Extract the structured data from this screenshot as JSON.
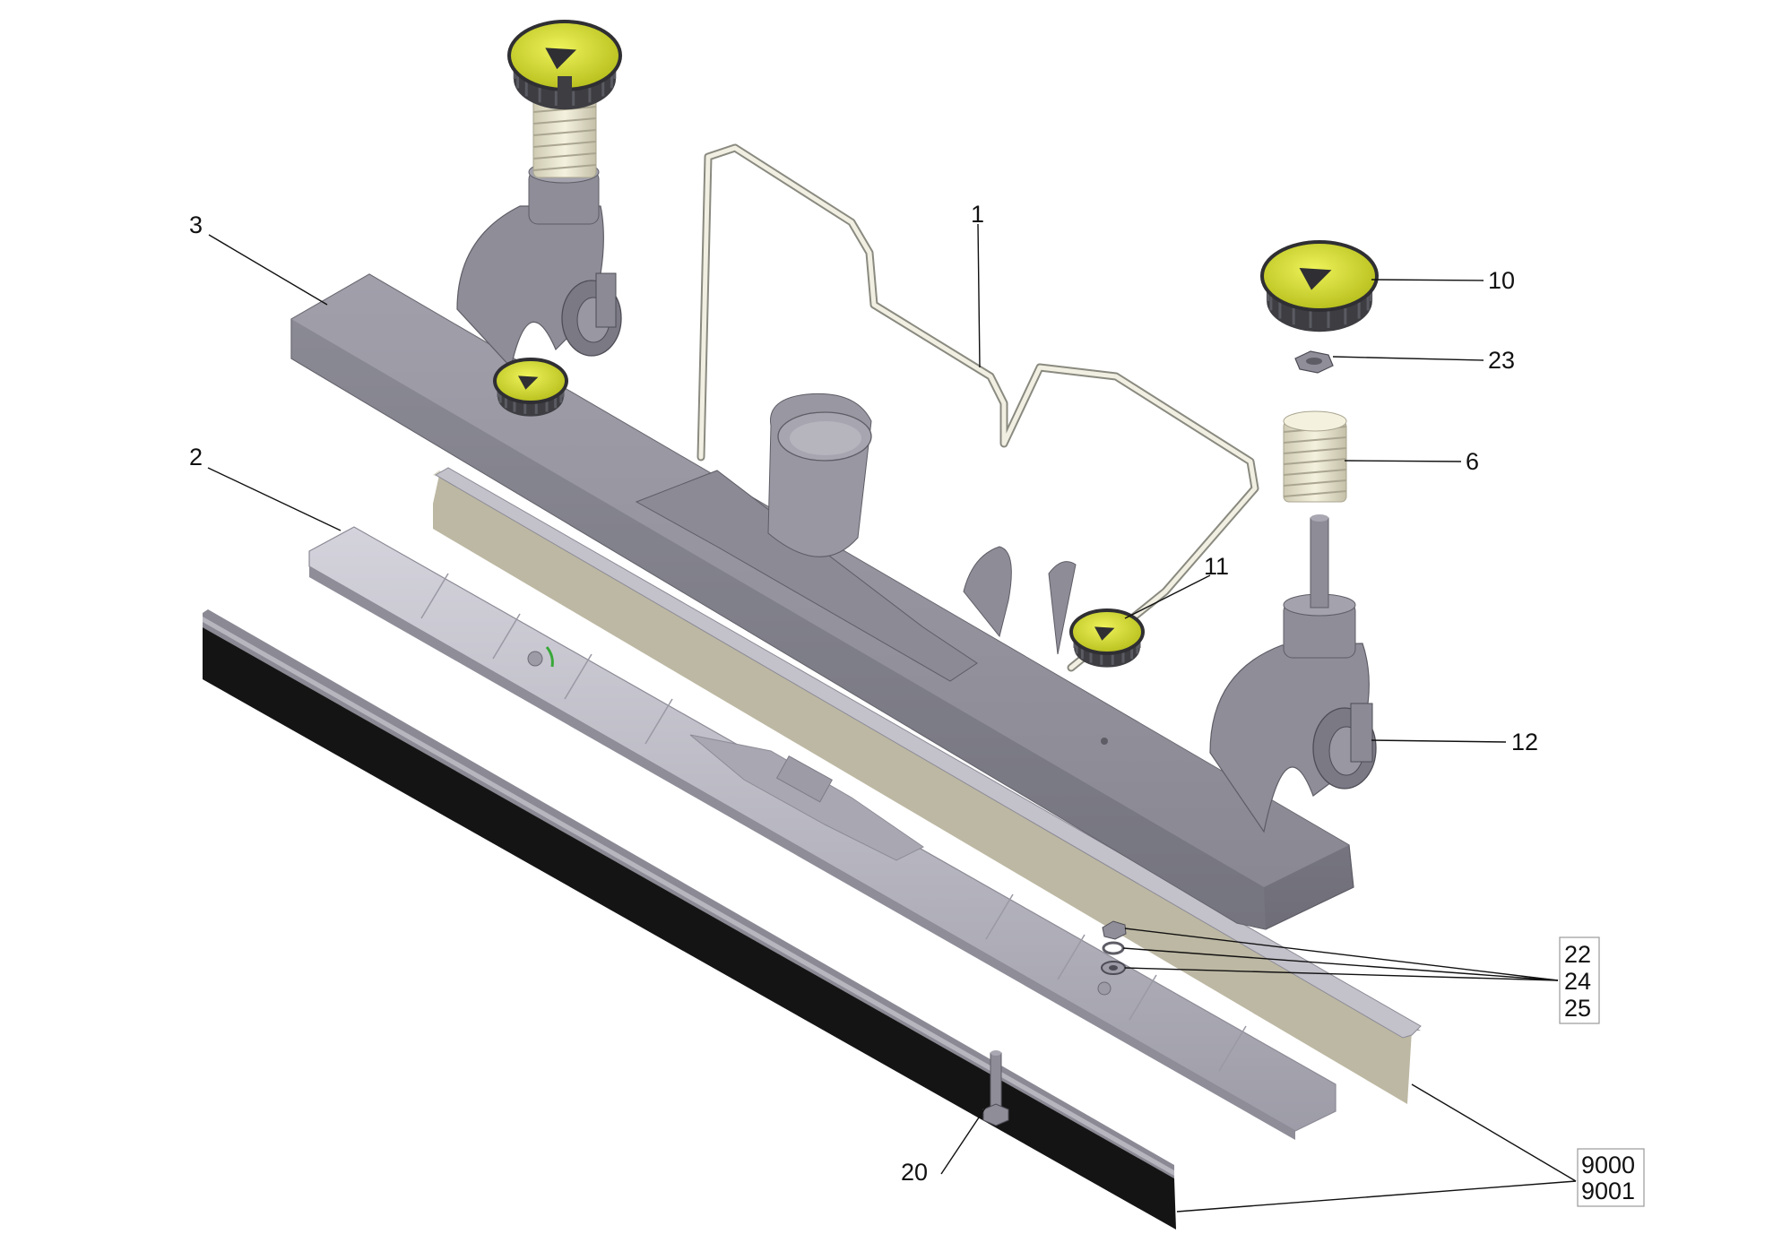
{
  "callouts": {
    "c1": "1",
    "c2": "2",
    "c3": "3",
    "c6": "6",
    "c10": "10",
    "c11": "11",
    "c12": "12",
    "c20": "20",
    "c23": "23",
    "group_a": [
      "22",
      "24",
      "25"
    ],
    "group_b": [
      "9000",
      "9001"
    ]
  },
  "colors": {
    "housing": "#8e8d98",
    "housing_dark": "#6d6c76",
    "knob_yellow": "#d9e23a",
    "knob_dark": "#3d3d42",
    "spring": "#e6e3cf",
    "felt_strip": "#bdb8a3",
    "brush": "#1a1a1a",
    "rail": "#b9b8c2"
  }
}
